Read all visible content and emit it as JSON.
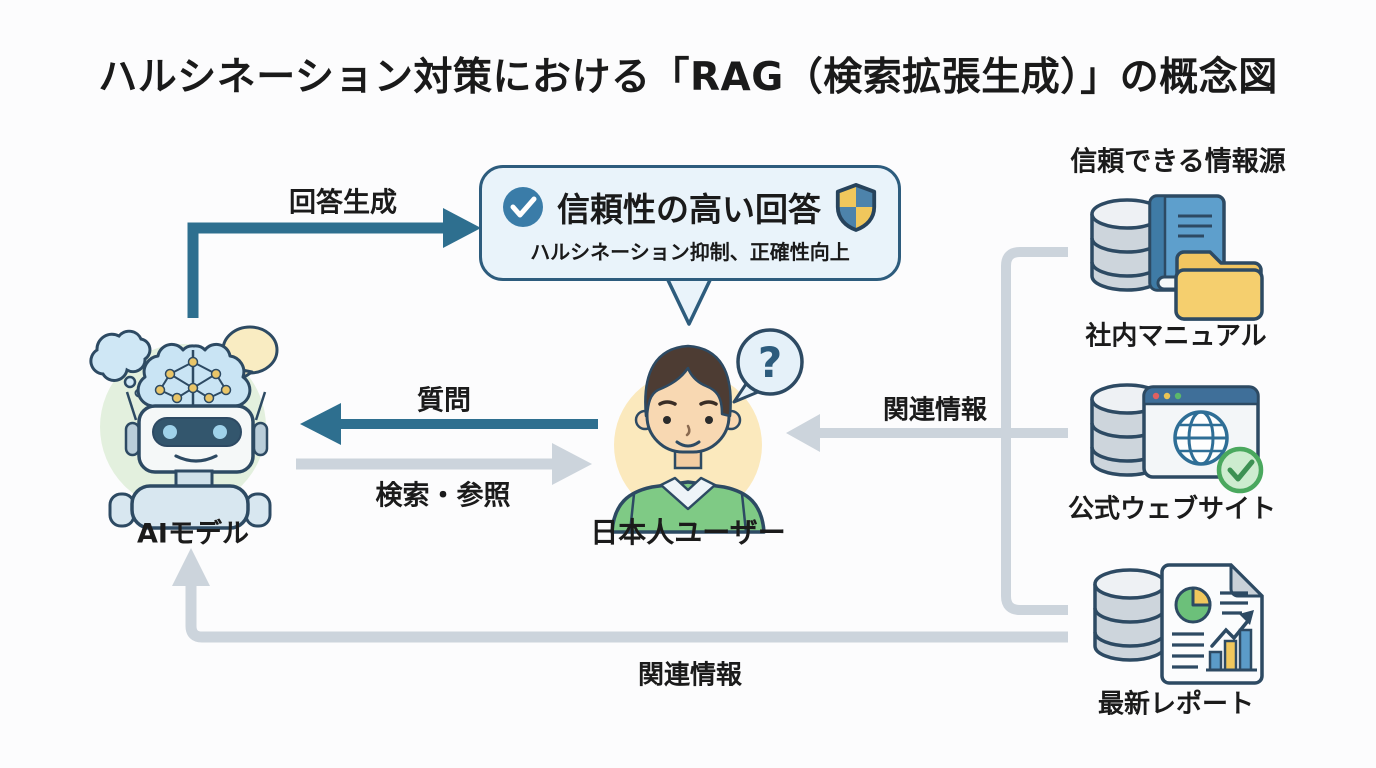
{
  "title": "ハルシネーション対策における「RAG（検索拡張生成）」の概念図",
  "answer_bubble": {
    "title": "信頼性の高い回答",
    "subtitle": "ハルシネーション抑制、正確性向上",
    "check_icon": "blue-circle-white-check",
    "shield_icon": "yellow-blue-quartered-shield"
  },
  "arrows": {
    "answer_generation": "回答生成",
    "question": "質問",
    "search_reference": "検索・参照",
    "related_info_right": "関連情報",
    "related_info_bottom": "関連情報"
  },
  "entities": {
    "ai_model": {
      "label": "AIモデル",
      "icon": "robot-with-brain"
    },
    "user": {
      "label": "日本人ユーザー",
      "icon": "person-green-sweater",
      "question_mark": "?"
    }
  },
  "sources": {
    "heading": "信頼できる情報源",
    "items": [
      {
        "label": "社内マニュアル",
        "icon": "database-book-folder"
      },
      {
        "label": "公式ウェブサイト",
        "icon": "database-browser-verified"
      },
      {
        "label": "最新レポート",
        "icon": "database-report-charts"
      }
    ]
  },
  "colors": {
    "background": "#fcfcfd",
    "accent_teal": "#2e6f8f",
    "connector_gray": "#ccd4dc",
    "outline_navy": "#2d4a63",
    "bubble_bg": "#e9f3fa",
    "bubble_border": "#2d5c7d",
    "check_blue": "#3a7ca8",
    "shield_yellow": "#f0c75c",
    "shield_blue": "#4d83ab",
    "verified_green": "#4aa85e",
    "folder_yellow": "#f2c560",
    "book_blue": "#5e9fcc",
    "sweater_green": "#7fca85"
  }
}
